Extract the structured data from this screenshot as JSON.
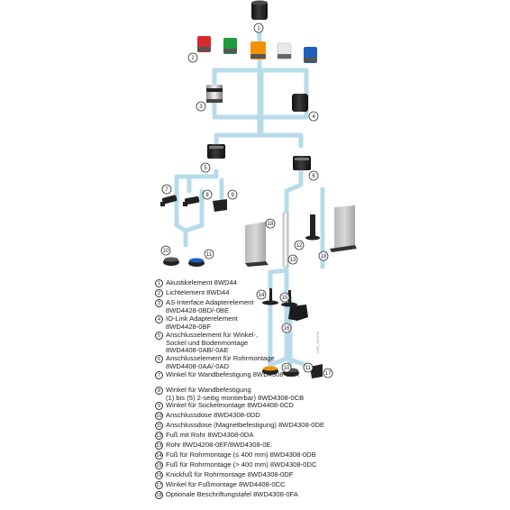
{
  "colors": {
    "connector": "#b7dbe9",
    "red": "#d8282c",
    "green": "#1f9a3c",
    "orange": "#f39200",
    "white": "#ececea",
    "blue": "#1e5fbf",
    "dark": "#1c1c1c",
    "grey": "#9a9a9a"
  },
  "callouts": [
    "1",
    "2",
    "3",
    "4",
    "5",
    "6",
    "7",
    "8",
    "9",
    "10",
    "11",
    "12",
    "13",
    "14",
    "15",
    "16",
    "17",
    "18"
  ],
  "legend": [
    {
      "num": "1",
      "lines": [
        "Akustikelement 8WD44"
      ]
    },
    {
      "num": "2",
      "lines": [
        "Lichtelement 8WD44"
      ]
    },
    {
      "num": "3",
      "lines": [
        "AS-Interface Adapterelement",
        "8WD4428-0BD/-0BE"
      ]
    },
    {
      "num": "4",
      "lines": [
        "IO-Link Adapterelement",
        "8WD4428-0BF"
      ]
    },
    {
      "num": "5",
      "lines": [
        "Anschlusselement für Winkel-,",
        "Sockel und Bodenmontage",
        "8WD4408-0AB/-0AE"
      ]
    },
    {
      "num": "6",
      "lines": [
        "Anschlusselement für Rohrmontage",
        "8WD4408-0AA/-0AD"
      ]
    },
    {
      "num": "7",
      "lines": [
        "Winkel für Wandbefestigung 8WD4308-0CA"
      ]
    },
    {
      "num": "8",
      "lines": [
        "Winkel für Wandbefestigung",
        "(1) bis (5) 2-seitig montierbar) 8WD4308-0CB"
      ]
    },
    {
      "num": "9",
      "lines": [
        "Winkel für Sockelmontage 8WD4408-0CD"
      ]
    },
    {
      "num": "10",
      "lines": [
        "Anschlussdose 8WD4308-0DD"
      ]
    },
    {
      "num": "11",
      "lines": [
        "Anschlussdose (Magnetbefestigung) 8WD4308-0DE"
      ]
    },
    {
      "num": "12",
      "lines": [
        "Fuß mit Rohr 8WD4308-0DA"
      ]
    },
    {
      "num": "13",
      "lines": [
        "Rohr 8WD4208-0EF/8WD4308-0E."
      ]
    },
    {
      "num": "14",
      "lines": [
        "Fuß für Rohrmontage (≤ 400 mm) 8WD4308-0DB"
      ]
    },
    {
      "num": "15",
      "lines": [
        "Fuß für Rohrmontage (> 400 mm) 8WD4308-0DC"
      ]
    },
    {
      "num": "16",
      "lines": [
        "Knickfuß für Rohrmontage 8WD4308-0DF"
      ]
    },
    {
      "num": "17",
      "lines": [
        "Winkel für Fußmontage 8WD4408-0CC"
      ]
    },
    {
      "num": "18",
      "lines": [
        "Optionale Beschriftungstafel 8WD4308-0FA"
      ]
    }
  ]
}
